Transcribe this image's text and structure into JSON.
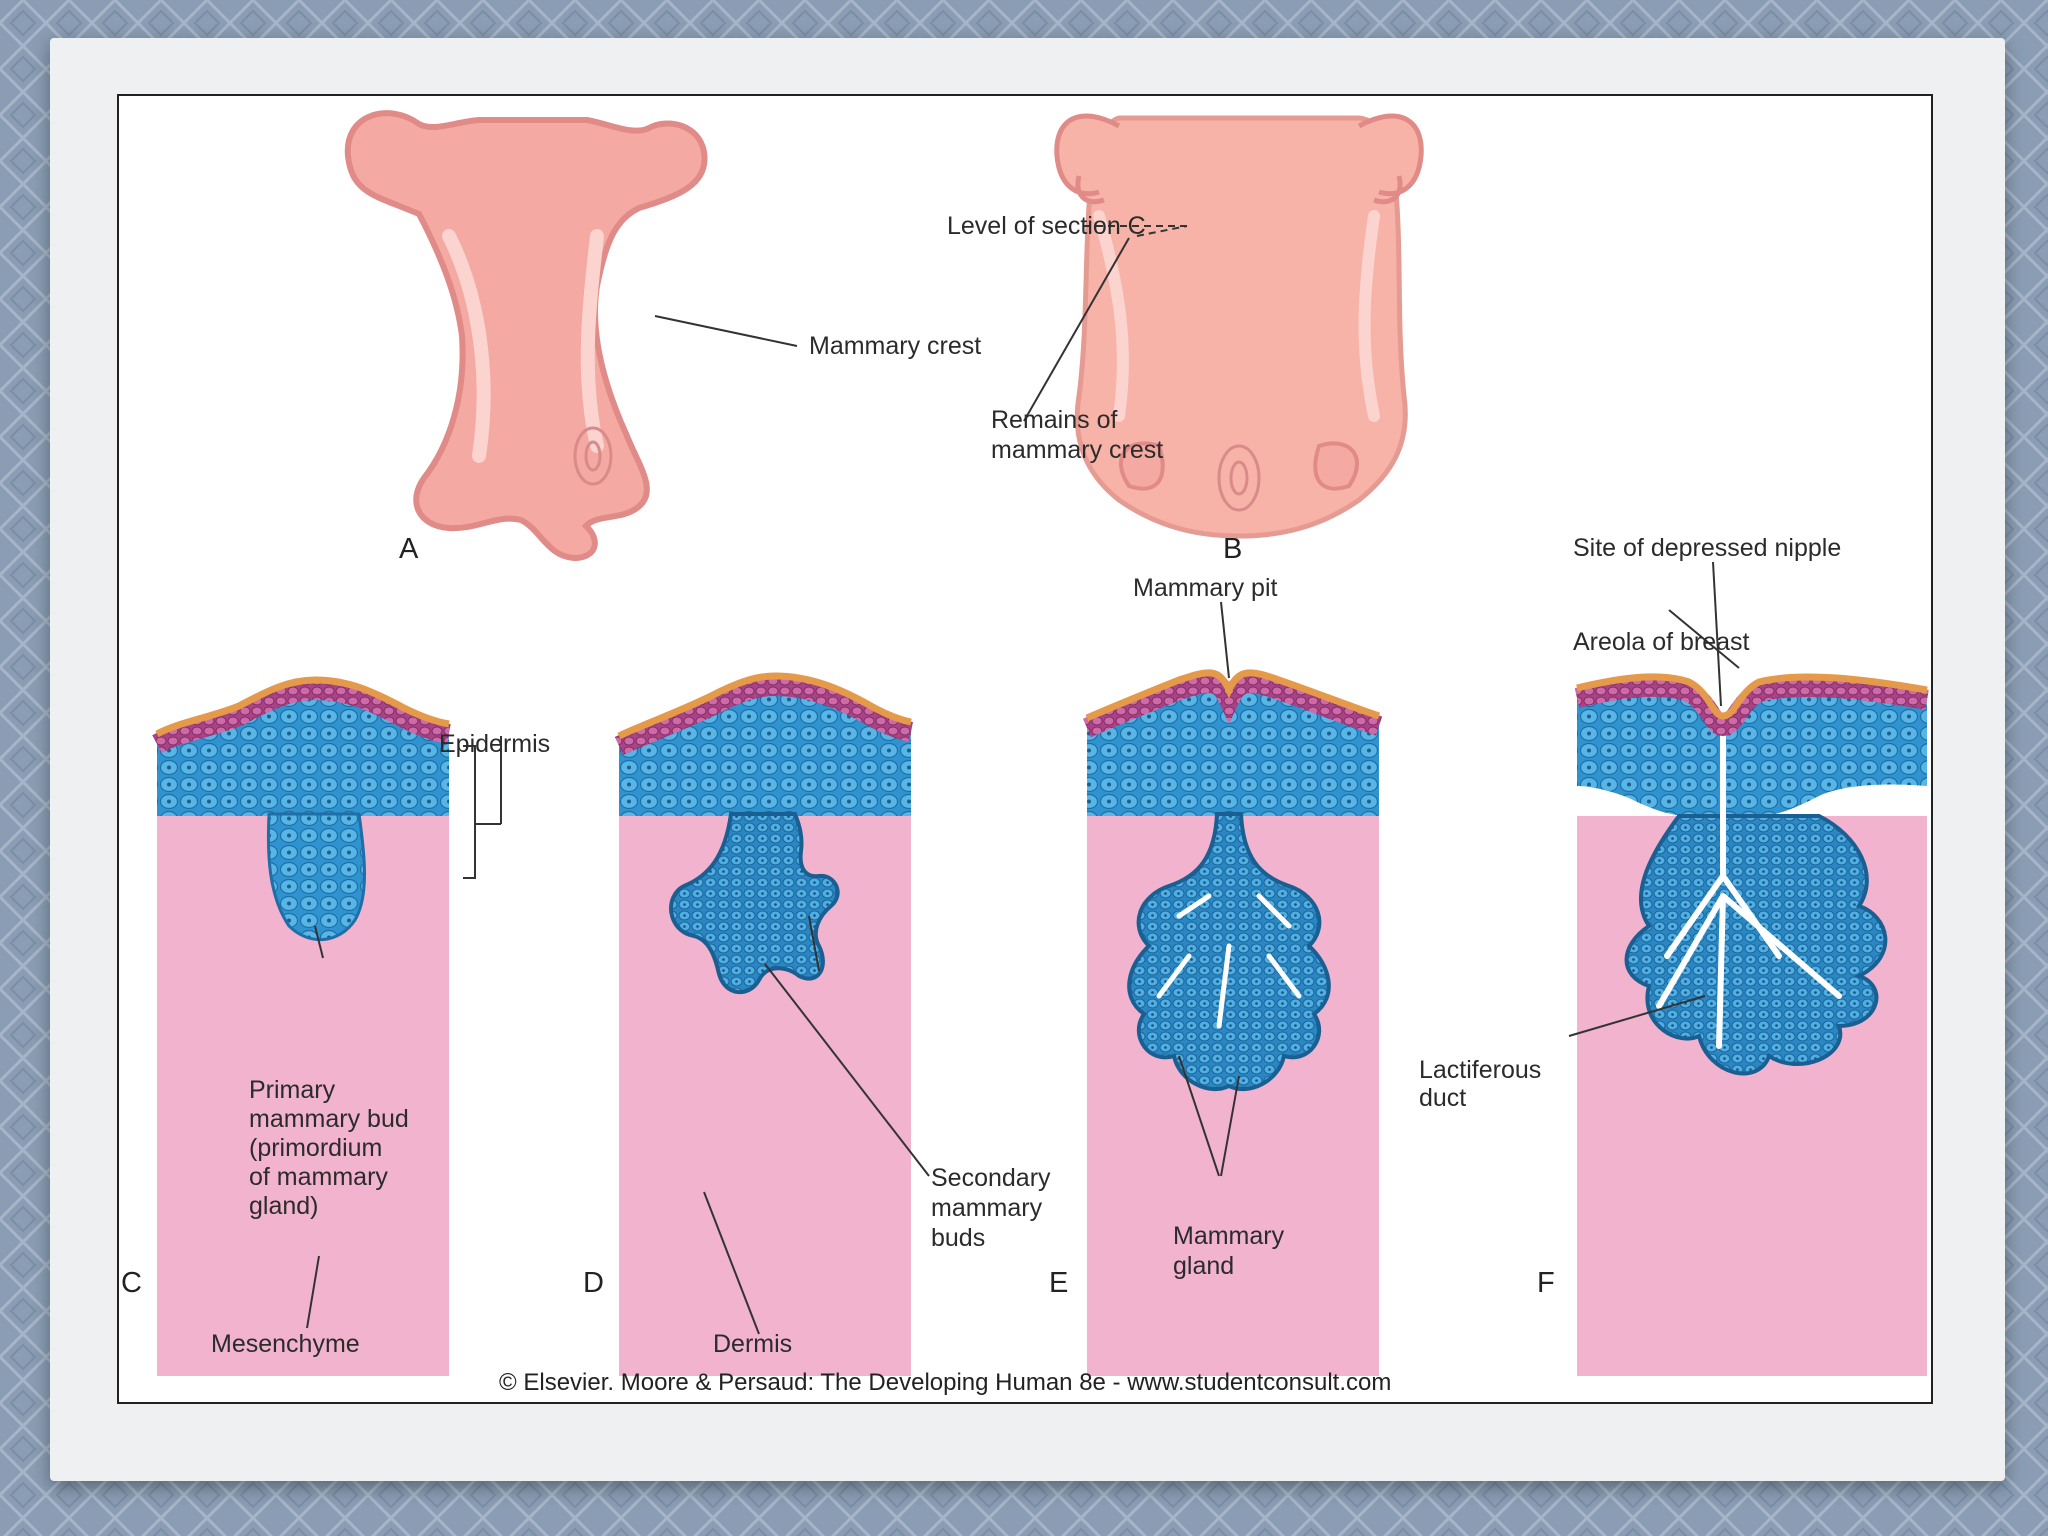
{
  "figure": {
    "panels": {
      "a": "A",
      "b": "B",
      "c": "C",
      "d": "D",
      "e": "E",
      "f": "F"
    },
    "labels": {
      "mammary_crest": "Mammary crest",
      "level_of_section": "Level of section C",
      "remains_line1": "Remains of",
      "remains_line2": "mammary crest",
      "epidermis": "Epidermis",
      "primary_line1": "Primary",
      "primary_line2": "mammary bud",
      "primary_line3": "(primordium",
      "primary_line4": "of mammary",
      "primary_line5": "gland)",
      "mesenchyme": "Mesenchyme",
      "dermis": "Dermis",
      "secondary_line1": "Secondary",
      "secondary_line2": "mammary",
      "secondary_line3": "buds",
      "mammary_pit": "Mammary pit",
      "gland_line1": "Mammary",
      "gland_line2": "gland",
      "site_nipple": "Site of depressed nipple",
      "areola": "Areola of breast",
      "lactiferous_line1": "Lactiferous",
      "lactiferous_line2": "duct"
    },
    "credit": "© Elsevier. Moore & Persaud: The Developing Human 8e - www.studentconsult.com"
  },
  "colors": {
    "background": "#8a9db4",
    "frame": "#eef0f2",
    "embryo_skin": "#f4a9a2",
    "dermis": "#f2b3cf",
    "epithelium_blue": "#3b9fd6",
    "epidermis_purple": "#b34b8c",
    "periderm_orange": "#e49a4a"
  }
}
